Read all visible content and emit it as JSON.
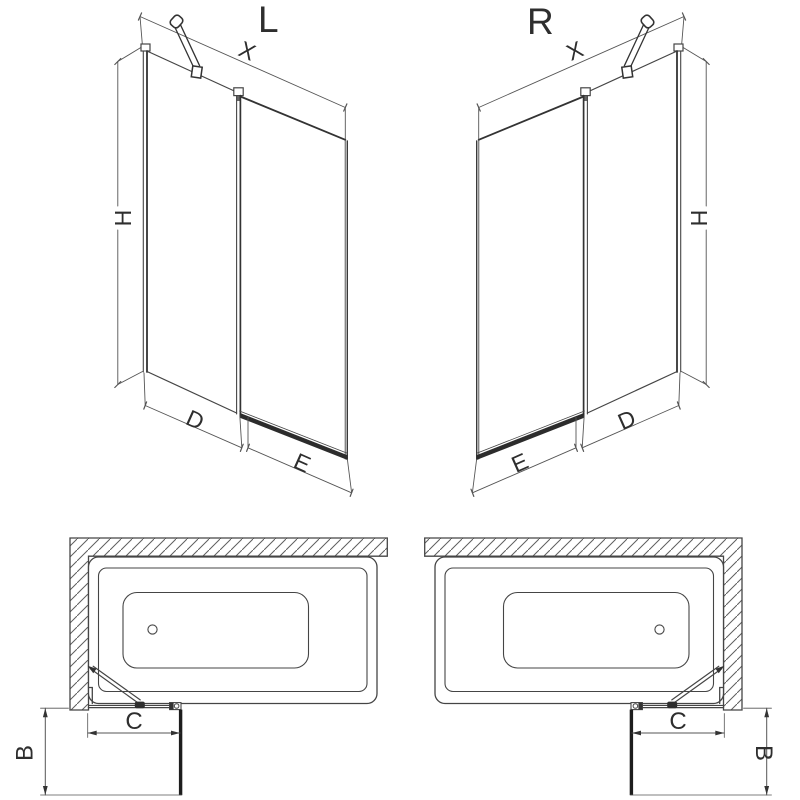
{
  "views": {
    "elevation_left": {
      "label": "L",
      "width_dim": "X",
      "height_dim": "H",
      "fixed_panel_dim": "D",
      "door_panel_dim": "E"
    },
    "elevation_right": {
      "label": "R",
      "width_dim": "X",
      "height_dim": "H",
      "fixed_panel_dim": "D",
      "door_panel_dim": "E"
    },
    "plan_left": {
      "door_width_dim": "C",
      "door_projection_dim": "B"
    },
    "plan_right": {
      "door_width_dim": "C",
      "door_projection_dim": "B"
    }
  },
  "colors": {
    "line": "#454545",
    "dark_detail": "#242424",
    "dim_line": "#555555",
    "hatch": "#5e5e5e",
    "background": "#ffffff"
  }
}
